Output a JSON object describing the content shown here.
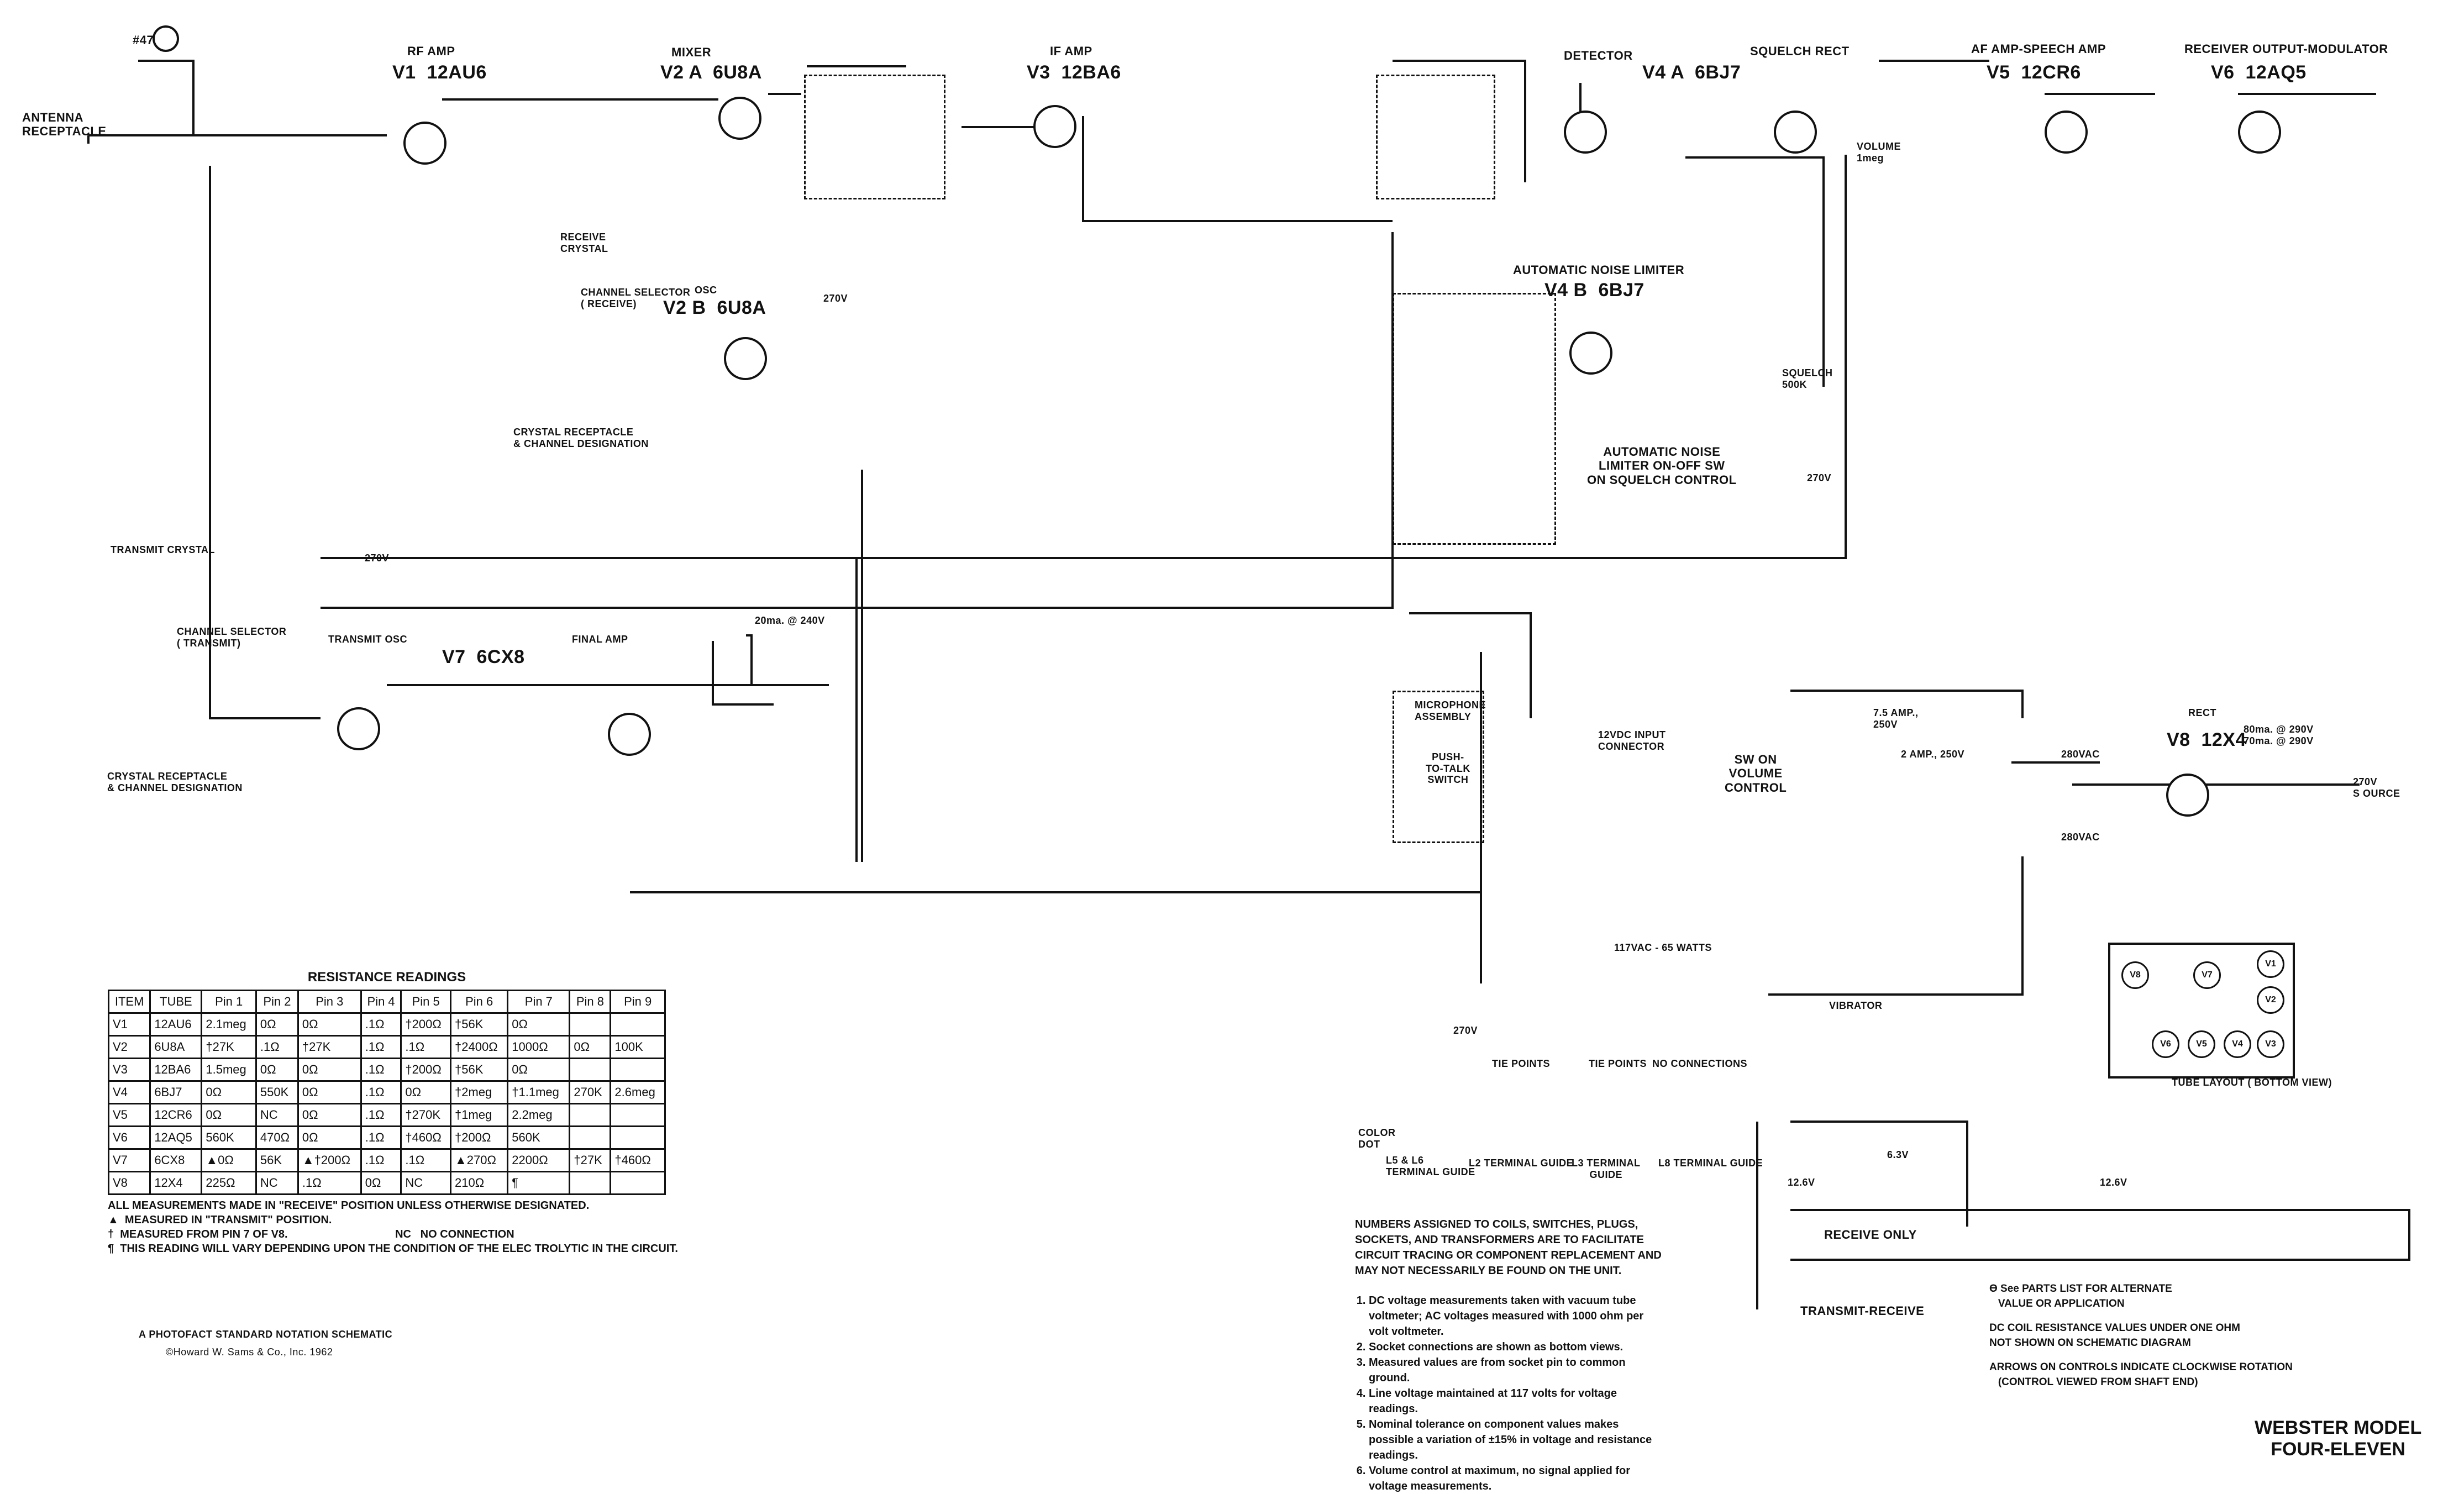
{
  "title": {
    "line1": "WEBSTER MODEL",
    "line2": "FOUR-ELEVEN"
  },
  "credit": {
    "line1": "A PHOTOFACT STANDARD NOTATION SCHEMATIC",
    "line2": "©Howard W. Sams & Co., Inc. 1962"
  },
  "stages": {
    "antenna": "ANTENNA\nRECEPTACLE",
    "lamp": "#47",
    "rf_amp": "RF AMP",
    "v1": "V1  12AU6",
    "mixer": "MIXER",
    "v2a": "V2 A  6U8A",
    "if_amp": "IF AMP",
    "v3": "V3  12BA6",
    "detector": "DETECTOR",
    "v4a": "V4 A  6BJ7",
    "squelch_rect": "SQUELCH RECT",
    "af_amp": "AF AMP-SPEECH AMP",
    "v5": "V5  12CR6",
    "output": "RECEIVER OUTPUT-MODULATOR",
    "v6": "V6  12AQ5",
    "anl": "AUTOMATIC NOISE LIMITER",
    "v4b": "V4 B  6BJ7",
    "anl_sw": "AUTOMATIC NOISE\nLIMITER ON-OFF SW\nON SQUELCH CONTROL",
    "receive_crystal": "RECEIVE\nCRYSTAL",
    "chan_sel_rx": "CHANNEL SELECTOR\n( RECEIVE)",
    "osc": "OSC",
    "v2b": "V2 B  6U8A",
    "crystal_rx": "CRYSTAL RECEPTACLE\n& CHANNEL DESIGNATION",
    "transmit_crystal": "TRANSMIT CRYSTAL",
    "chan_sel_tx": "CHANNEL SELECTOR\n( TRANSMIT)",
    "crystal_tx": "CRYSTAL RECEPTACLE\n& CHANNEL DESIGNATION",
    "transmit_osc": "TRANSMIT OSC",
    "v7": "V7  6CX8",
    "final_amp": "FINAL AMP",
    "final_current": "20ma. @ 240V",
    "microphone": "MICROPHONE\nASSEMBLY",
    "ptt": "PUSH-\nTO-TALK\nSWITCH",
    "dc_input": "12VDC INPUT\nCONNECTOR",
    "ac_input": "117VAC - 65 WATTS",
    "sw_volume": "SW ON\nVOLUME\nCONTROL",
    "vibrator": "VIBRATOR",
    "rect": "RECT",
    "v8": "V8  12X4",
    "rect_current": "80ma. @ 290V\n70ma. @ 290V",
    "source": "270V\nS OURCE",
    "volume": "VOLUME\n1meg",
    "squelch": "SQUELCH\n500K",
    "fuse1": "7.5 AMP.,\n250V",
    "fuse2": "2 AMP., 250V",
    "v280a": "280VAC",
    "v280b": "280VAC",
    "heater_12_6a": "12.6V",
    "heater_6_3": "6.3V",
    "heater_12_6b": "12.6V",
    "receive_only": "RECEIVE ONLY",
    "transmit_receive": "TRANSMIT-RECEIVE",
    "tie_points": "TIE POINTS",
    "tie_points2": "TIE POINTS",
    "no_conn": "NO CONNECTIONS",
    "color_dot": "COLOR\nDOT",
    "l5l6_guide": "L5 & L6\nTERMINAL GUIDE",
    "l2_guide": "L2 TERMINAL GUIDE",
    "l3_guide": "L3 TERMINAL\nGUIDE",
    "l8_guide": "L8 TERMINAL GUIDE",
    "tube_layout": "TUBE LAYOUT ( BOTTOM VIEW)",
    "b270": "270V",
    "b270b": "270V",
    "b270c": "270V",
    "b270d": "270V"
  },
  "tube_layout": [
    "V8",
    "V7",
    "V1",
    "V2",
    "V6",
    "V5",
    "V4",
    "V3"
  ],
  "resistance_table": {
    "title": "RESISTANCE READINGS",
    "headers": [
      "ITEM",
      "TUBE",
      "Pin 1",
      "Pin 2",
      "Pin 3",
      "Pin 4",
      "Pin 5",
      "Pin 6",
      "Pin 7",
      "Pin 8",
      "Pin 9"
    ],
    "rows": [
      [
        "V1",
        "12AU6",
        "2.1meg",
        "0Ω",
        "0Ω",
        ".1Ω",
        "†200Ω",
        "†56K",
        "0Ω",
        "",
        ""
      ],
      [
        "V2",
        "6U8A",
        "†27K",
        ".1Ω",
        "†27K",
        ".1Ω",
        ".1Ω",
        "†2400Ω",
        "1000Ω",
        "0Ω",
        "100K"
      ],
      [
        "V3",
        "12BA6",
        "1.5meg",
        "0Ω",
        "0Ω",
        ".1Ω",
        "†200Ω",
        "†56K",
        "0Ω",
        "",
        ""
      ],
      [
        "V4",
        "6BJ7",
        "0Ω",
        "550K",
        "0Ω",
        ".1Ω",
        "0Ω",
        "†2meg",
        "†1.1meg",
        "270K",
        "2.6meg"
      ],
      [
        "V5",
        "12CR6",
        "0Ω",
        "NC",
        "0Ω",
        ".1Ω",
        "†270K",
        "†1meg",
        "2.2meg",
        "",
        ""
      ],
      [
        "V6",
        "12AQ5",
        "560K",
        "470Ω",
        "0Ω",
        ".1Ω",
        "†460Ω",
        "†200Ω",
        "560K",
        "",
        ""
      ],
      [
        "V7",
        "6CX8",
        "▲0Ω",
        "56K",
        "▲†200Ω",
        ".1Ω",
        ".1Ω",
        "▲270Ω",
        "2200Ω",
        "†27K",
        "†460Ω"
      ],
      [
        "V8",
        "12X4",
        "225Ω",
        "NC",
        ".1Ω",
        "0Ω",
        "NC",
        "210Ω",
        "¶",
        "",
        ""
      ]
    ],
    "notes": [
      "ALL MEASUREMENTS MADE IN \"RECEIVE\" POSITION UNLESS OTHERWISE DESIGNATED.",
      "▲  MEASURED IN \"TRANSMIT\" POSITION.",
      "†  MEASURED FROM PIN 7 OF V8.                                   NC   NO CONNECTION",
      "¶  THIS READING WILL VARY DEPENDING UPON THE CONDITION OF THE ELEC TROLYTIC IN THE CIRCUIT."
    ]
  },
  "notes_block": "NUMBERS ASSIGNED TO COILS, SWITCHES, PLUGS, SOCKETS, AND TRANSFORMERS ARE TO FACILITATE CIRCUIT TRACING OR COMPONENT REPLACEMENT AND MAY NOT NECESSARILY BE FOUND ON THE UNIT.",
  "numbered_notes": [
    "DC voltage measurements taken with vacuum tube voltmeter; AC voltages measured with 1000 ohm per volt voltmeter.",
    "Socket connections are shown as bottom views.",
    "Measured values are from socket pin to common ground.",
    "Line voltage maintained at 117 volts for voltage readings.",
    "Nominal tolerance on component values makes possible a variation of ±15% in voltage and resistance readings.",
    "Volume control at maximum, no signal applied for voltage measurements."
  ],
  "side_notes": [
    "ϴ See PARTS LIST FOR ALTERNATE\n   VALUE OR APPLICATION",
    "DC COIL RESISTANCE VALUES UNDER ONE OHM\nNOT SHOWN ON SCHEMATIC DIAGRAM",
    "ARROWS ON CONTROLS INDICATE CLOCKWISE ROTATION\n   (CONTROL VIEWED FROM SHAFT END)"
  ]
}
